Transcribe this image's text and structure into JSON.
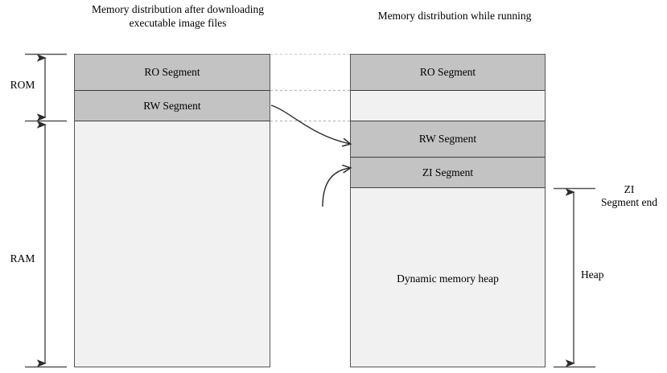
{
  "diagram": {
    "titles": {
      "left": "Memory distribution after downloading executable image files",
      "right": "Memory distribution while running"
    },
    "left_block": {
      "segments": [
        {
          "label": "RO Segment",
          "fill": "#c3c3c3"
        },
        {
          "label": "RW Segment",
          "fill": "#c3c3c3"
        },
        {
          "label": "",
          "fill": "#f1f1f1"
        }
      ]
    },
    "right_block": {
      "segments": [
        {
          "label": "RO Segment",
          "fill": "#c3c3c3"
        },
        {
          "label": "",
          "fill": "#f1f1f1"
        },
        {
          "label": "RW Segment",
          "fill": "#c3c3c3"
        },
        {
          "label": "ZI Segment",
          "fill": "#c3c3c3"
        },
        {
          "label": "Dynamic memory heap",
          "fill": "#f1f1f1"
        }
      ]
    },
    "left_axes": [
      {
        "name": "rom",
        "label": "ROM"
      },
      {
        "name": "ram",
        "label": "RAM"
      }
    ],
    "right_axes": [
      {
        "name": "zi-segment-end",
        "label": "ZI\nSegment end"
      },
      {
        "name": "heap",
        "label": "Heap"
      }
    ],
    "colors": {
      "segment_fill": "#c3c3c3",
      "empty_fill": "#f1f1f1",
      "block_border": "#555555",
      "segment_divider": "#3d3d3d",
      "guide_line": "#b9b9b9",
      "arrow": "#2b2b2b",
      "axis_line": "#555555"
    }
  }
}
